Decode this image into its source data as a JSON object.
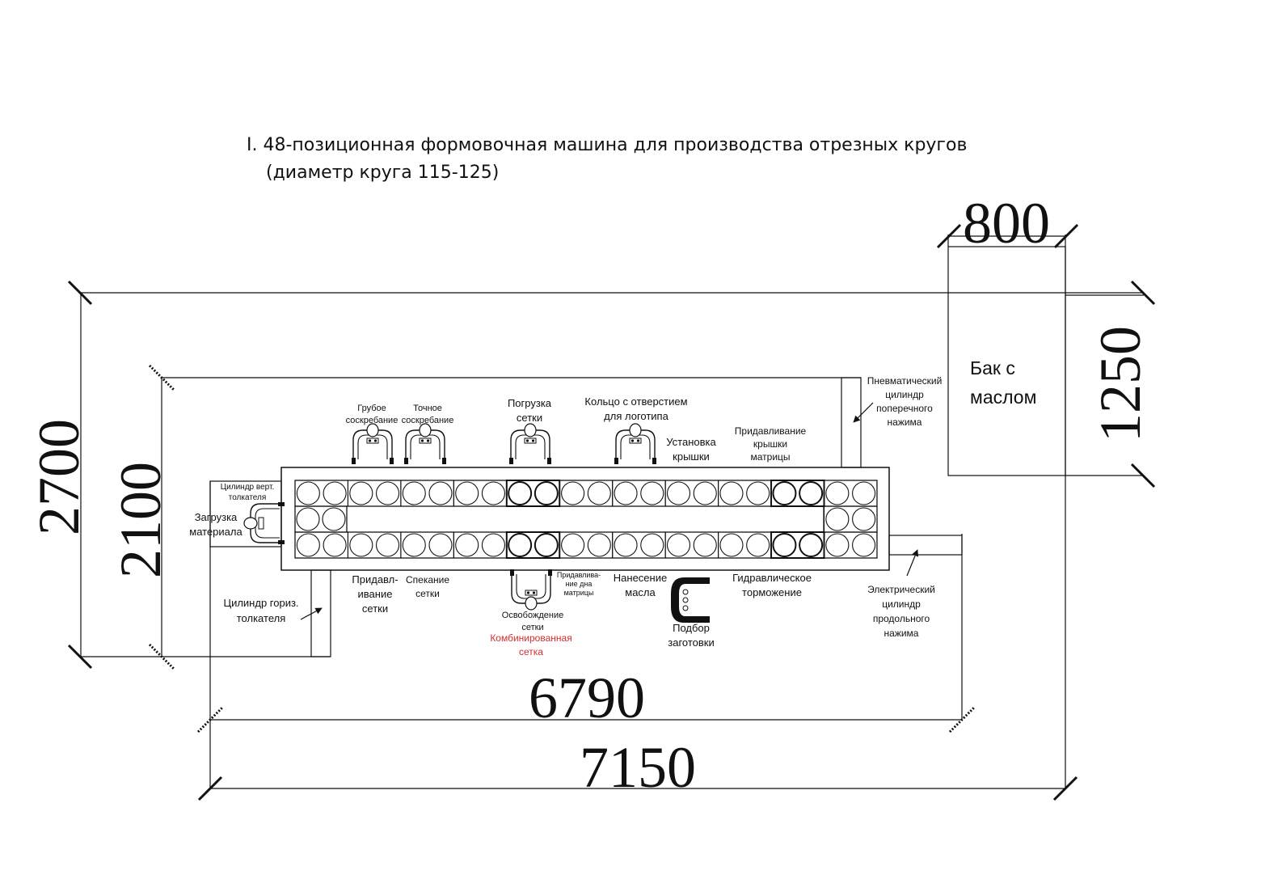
{
  "title": {
    "line1": "I. 48-позиционная формовочная машина для производства отрезных кругов",
    "line2": "(диаметр круга 115-125)"
  },
  "dimensions": {
    "top_width": "800",
    "tank_height": "1250",
    "outer_height": "2700",
    "inner_height": "2100",
    "inner_length": "6790",
    "overall_length": "7150"
  },
  "tank": {
    "line1": "Бак с",
    "line2": "маслом"
  },
  "labels": {
    "coarse_scraping": [
      "Грубое",
      "соскребание"
    ],
    "fine_scraping": [
      "Точное",
      "соскребание"
    ],
    "mesh_loading": [
      "Погрузка",
      "сетки"
    ],
    "logo_ring": [
      "Кольцо с отверстием",
      "для логотипа"
    ],
    "cap_install": [
      "Установка",
      "крышки"
    ],
    "cap_press": [
      "Придавливание",
      "крышки",
      "матрицы"
    ],
    "pneumatic_cylinder": [
      "Пневматический",
      "цилиндр",
      "поперечного",
      "нажима"
    ],
    "vertical_pusher": [
      "Цилиндр верт.",
      "толкателя"
    ],
    "material_loading": [
      "Загрузка",
      "материала"
    ],
    "horizontal_pusher": [
      "Цилиндр гориз.",
      "толкателя"
    ],
    "mesh_pressing": [
      "Придавл-",
      "ивание",
      "сетки"
    ],
    "sintering": [
      "Спекание",
      "сетки"
    ],
    "bottom_press": [
      "Придавлива-",
      "ние дна",
      "матрицы"
    ],
    "oil_application": [
      "Нанесение",
      "масла"
    ],
    "mesh_release": [
      "Освобождение",
      "сетки"
    ],
    "combined_mesh": [
      "Комбинированная",
      "сетка"
    ],
    "blank_pickup": [
      "Подбор",
      "заготовки"
    ],
    "hydraulic_braking": [
      "Гидравлическое",
      "торможение"
    ],
    "electric_cylinder": [
      "Электрический",
      "цилиндр",
      "продольного",
      "нажима"
    ]
  },
  "colors": {
    "ink": "#111111",
    "accent_red": "#d32f2f"
  },
  "icons": {
    "station_robot": "robot-gripper-icon",
    "pickup_gripper": "c-gripper-icon",
    "arrow": "arrow-icon"
  }
}
